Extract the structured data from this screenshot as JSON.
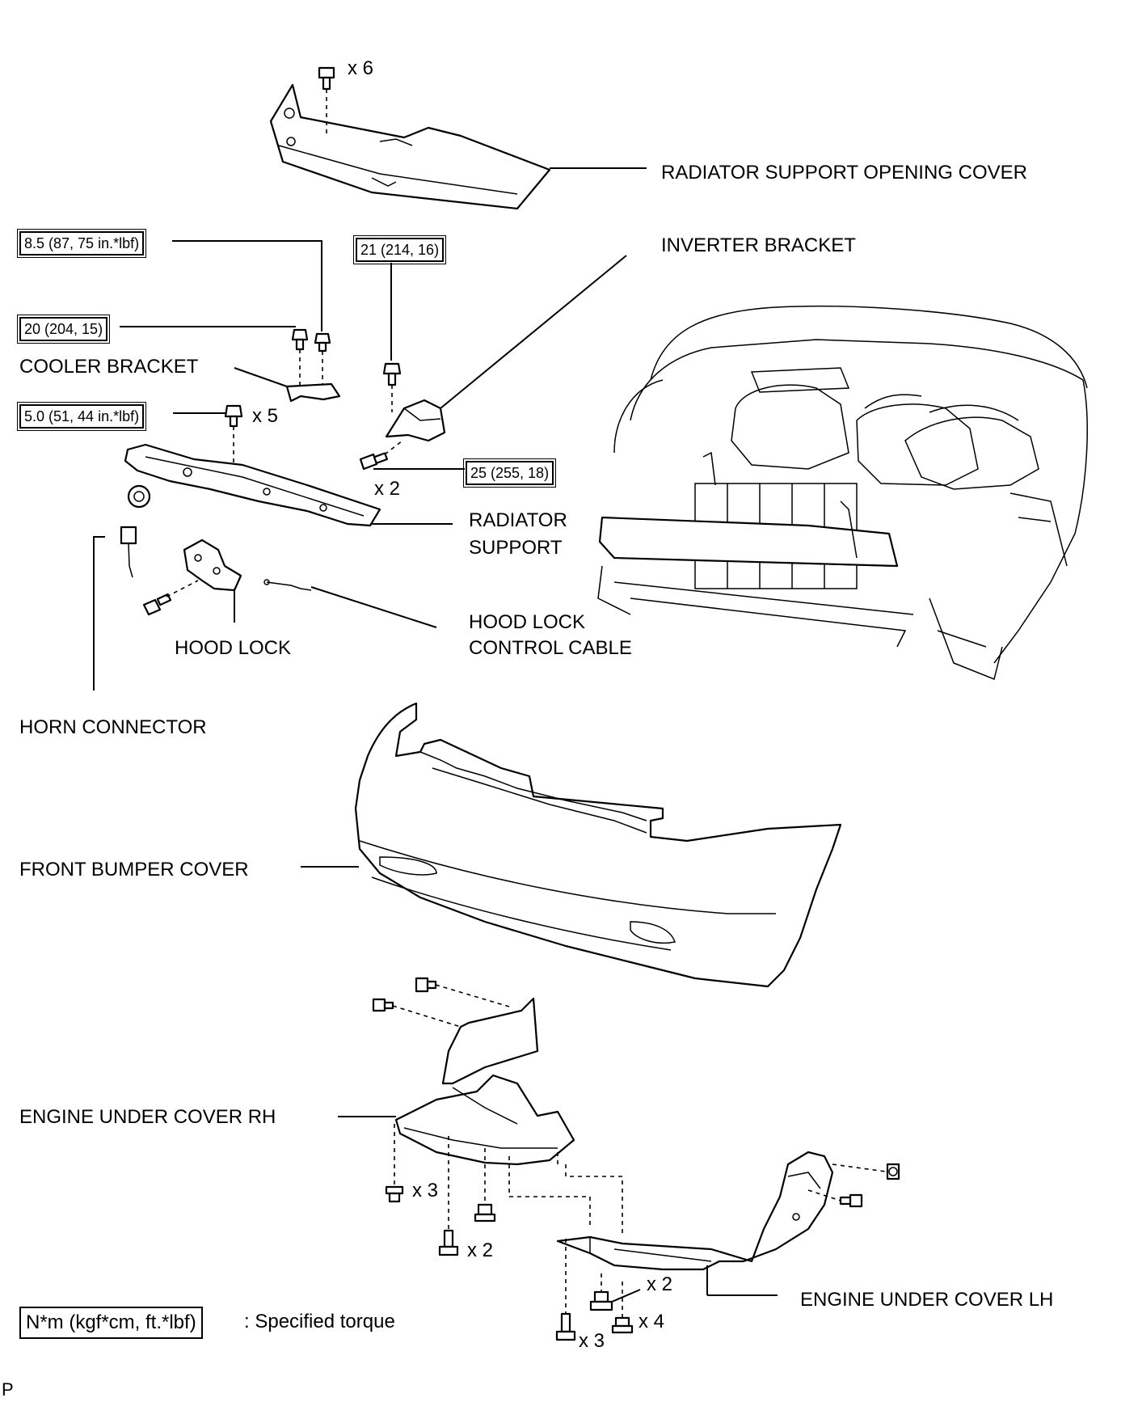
{
  "labels": {
    "radiator_support_opening_cover": "RADIATOR SUPPORT OPENING COVER",
    "inverter_bracket": "INVERTER BRACKET",
    "cooler_bracket": "COOLER BRACKET",
    "radiator_support_line1": "RADIATOR",
    "radiator_support_line2": "SUPPORT",
    "hood_lock": "HOOD LOCK",
    "hood_lock_control_cable_line1": "HOOD LOCK",
    "hood_lock_control_cable_line2": "CONTROL CABLE",
    "horn_connector": "HORN CONNECTOR",
    "front_bumper_cover": "FRONT BUMPER COVER",
    "engine_under_cover_rh": "ENGINE UNDER COVER RH",
    "engine_under_cover_lh": "ENGINE UNDER COVER LH"
  },
  "torques": {
    "t_8_5": "8.5 (87, 75 in.*lbf)",
    "t_20": "20 (204, 15)",
    "t_5_0": "5.0 (51, 44 in.*lbf)",
    "t_21": "21 (214, 16)",
    "t_25": "25 (255, 18)"
  },
  "quantities": {
    "opening_cover_clips": "x 6",
    "radiator_support_bolts": "x 5",
    "inverter_bracket_bolts": "x 2",
    "rh_clips": "x 3",
    "rh_screws": "x 2",
    "lh_bolts": "x 2",
    "lh_clips": "x 4",
    "lh_screws": "x 3"
  },
  "legend": {
    "unit_box": "N*m (kgf*cm, ft.*lbf)",
    "description": ": Specified torque"
  },
  "footer": {
    "mark": "P"
  }
}
